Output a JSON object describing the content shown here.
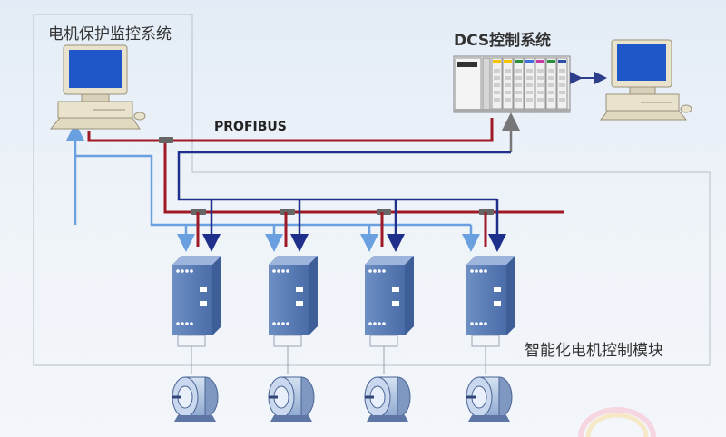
{
  "labels": {
    "motor_protection_system": "电机保护监控系统",
    "dcs_system": "DCS控制系统",
    "bus": "PROFIBUS",
    "smart_modules": "智能化电机控制模块"
  },
  "colors": {
    "profibus": "#a01a26",
    "dcs_network": "#1f2f8c",
    "monitor_link": "#6aa0e0",
    "module_body": "#5b7fb8",
    "background": "#e8eff7"
  },
  "nodes": {
    "monitoring_pc": "monitor-computer-icon",
    "dcs_pc": "dcs-computer-icon",
    "dcs_controller": "plc-rack-icon",
    "modules": [
      {
        "module": "motor-control-module-icon",
        "motor": "motor-icon"
      },
      {
        "module": "motor-control-module-icon",
        "motor": "motor-icon"
      },
      {
        "module": "motor-control-module-icon",
        "motor": "motor-icon"
      },
      {
        "module": "motor-control-module-icon",
        "motor": "motor-icon"
      }
    ]
  }
}
